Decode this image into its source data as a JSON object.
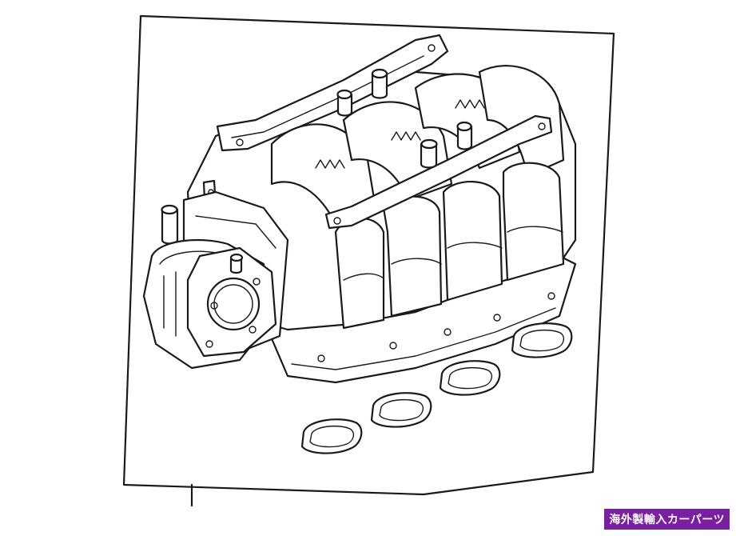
{
  "diagram": {
    "part": "intake-manifold",
    "gasket_count": 4
  },
  "watermark": {
    "text": "海外製輸入カーパーツ",
    "background": "#7a1fa2",
    "color": "#ffffff"
  }
}
